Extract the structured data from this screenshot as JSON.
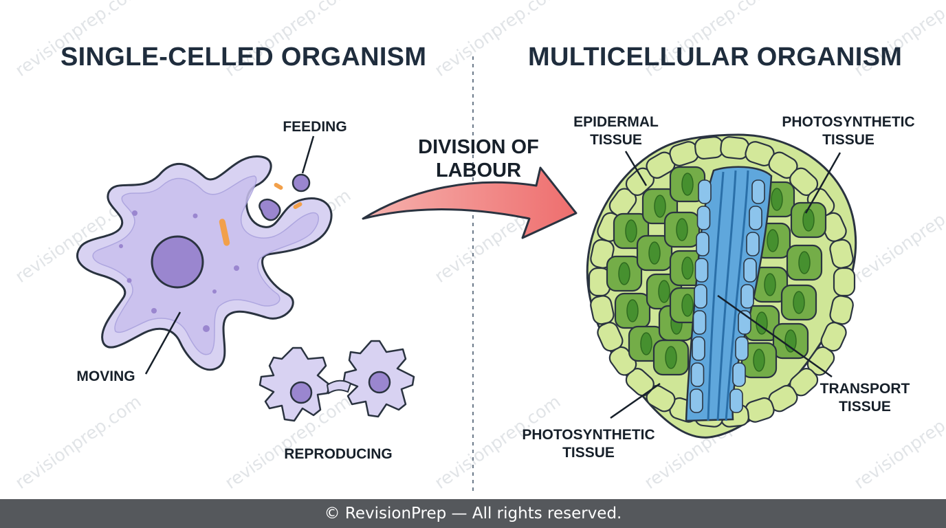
{
  "headings": {
    "left": "SINGLE-CELLED ORGANISM",
    "right": "MULTICELLULAR ORGANISM"
  },
  "center": {
    "arrow_line1": "DIVISION OF",
    "arrow_line2": "LABOUR"
  },
  "left_labels": {
    "feeding": "FEEDING",
    "moving": "MOVING",
    "reproducing": "REPRODUCING"
  },
  "right_labels": {
    "epidermal_1": "EPIDERMAL",
    "epidermal_2": "TISSUE",
    "photo_top_1": "PHOTOSYNTHETIC",
    "photo_top_2": "TISSUE",
    "transport_1": "TRANSPORT",
    "transport_2": "TISSUE",
    "photo_bottom_1": "PHOTOSYNTHETIC",
    "photo_bottom_2": "TISSUE"
  },
  "watermark": "revisionprep.com",
  "footer": "© RevisionPrep — All rights reserved.",
  "colors": {
    "cell_fill": "#d8d2f2",
    "cell_inner": "#c6bdeb",
    "nucleus": "#9a86cf",
    "epidermal": "#d3e89a",
    "photosynthetic": "#74ad48",
    "chloroplast": "#46902f",
    "transport": "#5fa7dc",
    "arrow": "#ee7b7b",
    "outline": "#2a3340",
    "footer_bg": "#55585c"
  }
}
